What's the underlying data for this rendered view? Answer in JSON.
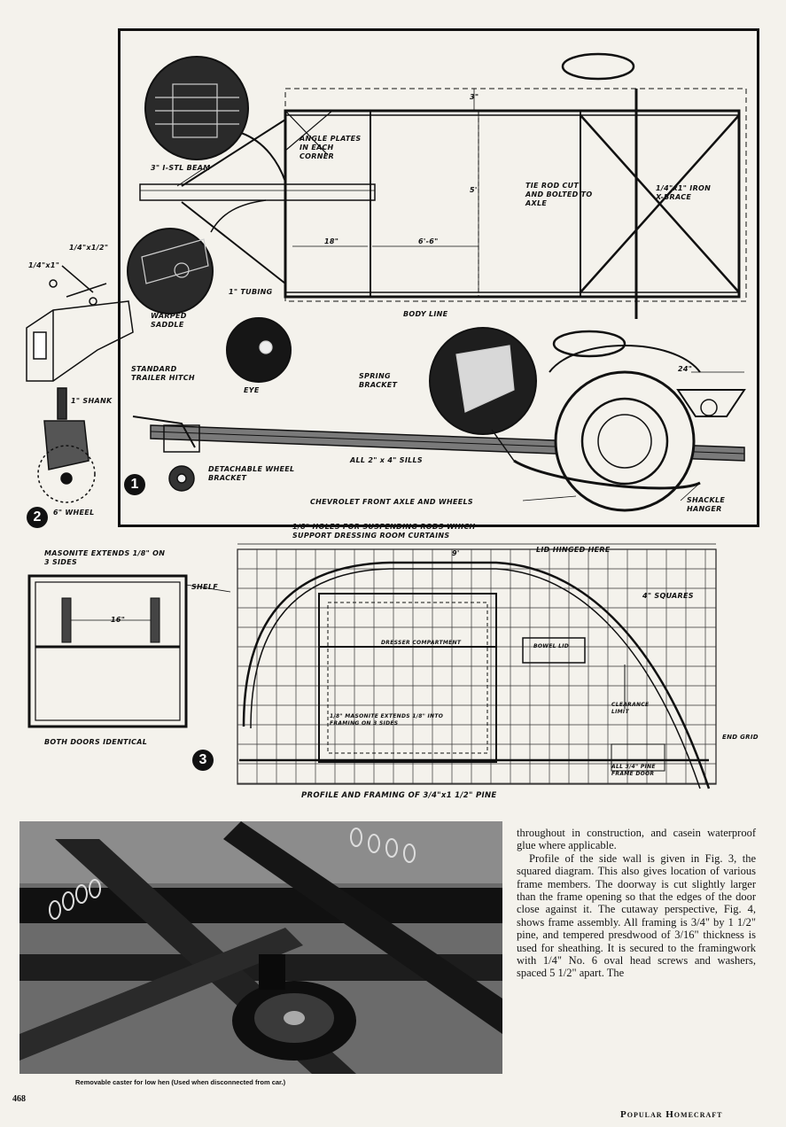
{
  "page_number": "468",
  "running_footer": "Popular Homecraft",
  "figure1": {
    "number": "1",
    "labels": {
      "steel_beam": "3\" I-STL BEAM",
      "angle_plates": "ANGLE PLATES IN EACH CORNER",
      "tie_rod": "TIE ROD CUT AND BOLTED TO AXLE",
      "iron_brace": "1/4\"x1\" IRON X-BRACE",
      "dim_18": "18\"",
      "dim_6_6": "6'-6\"",
      "dim_body_line": "BODY LINE",
      "inset_saddle": "WARPED SADDLE",
      "tubing": "1\" TUBING",
      "eye": "EYE",
      "standard_hitch": "STANDARD TRAILER HITCH",
      "spring_bracket": "SPRING BRACKET",
      "detachable_bracket": "DETACHABLE WHEEL BRACKET",
      "sills": "ALL 2\" x 4\" SILLS",
      "front_axle": "CHEVROLET FRONT AXLE AND WHEELS",
      "shackle": "SHACKLE HANGER",
      "dim_24": "24\"",
      "dim_3": "3\"",
      "dim_5": "5'"
    }
  },
  "figure2": {
    "number": "2",
    "labels": {
      "bolt1": "1/4\"x1/2\"",
      "bolt2": "1/4\"x1\"",
      "shank": "1\" SHANK",
      "wheel": "6\" WHEEL"
    }
  },
  "figure3": {
    "number": "3",
    "labels": {
      "masonite": "MASONITE EXTENDS 1/8\" ON 3 SIDES",
      "shelf": "SHELF",
      "dim_16": "16\"",
      "doors_identical": "BOTH DOORS IDENTICAL",
      "holes": "1/8\" HOLES FOR SUSPENDING RODS WHICH SUPPORT DRESSING ROOM CURTAINS",
      "dim_9": "9'",
      "lid_hinged": "LID HINGED HERE",
      "squares": "4\" SQUARES",
      "dresser_compartment": "DRESSER COMPARTMENT",
      "bowel_lid": "BOWEL LID",
      "clearance": "CLEARANCE LIMIT",
      "masonite_panel": "1/8\" MASONITE EXTENDS 1/8\" INTO FRAMING ON 3 SIDES",
      "end_grid": "END GRID",
      "also_3ply": "ALL 3/4\" PINE FRAME DOOR",
      "profile_caption": "PROFILE AND FRAMING OF 3/4\"x1 1/2\" PINE"
    }
  },
  "photo": {
    "caption": "Removable caster for low hen (Used when disconnected from car.)"
  },
  "article": {
    "paragraph1": "throughout in construction, and casein waterproof glue where applicable.",
    "paragraph2": "Profile of the side wall is given in Fig. 3, the squared diagram. This also gives location of various frame members. The doorway is cut slightly larger than the frame opening so that the edges of the door close against it. The cutaway perspective, Fig. 4, shows frame assembly. All framing is 3/4\" by 1 1/2\" pine, and tempered presdwood of 3/16\" thickness is used for sheathing. It is secured to the framingwork with 1/4\" No. 6 oval head screws and washers, spaced 5 1/2\" apart. The"
  },
  "colors": {
    "ink": "#111111",
    "paper": "#f4f2ec",
    "photo_dark": "#1a1a1a"
  }
}
